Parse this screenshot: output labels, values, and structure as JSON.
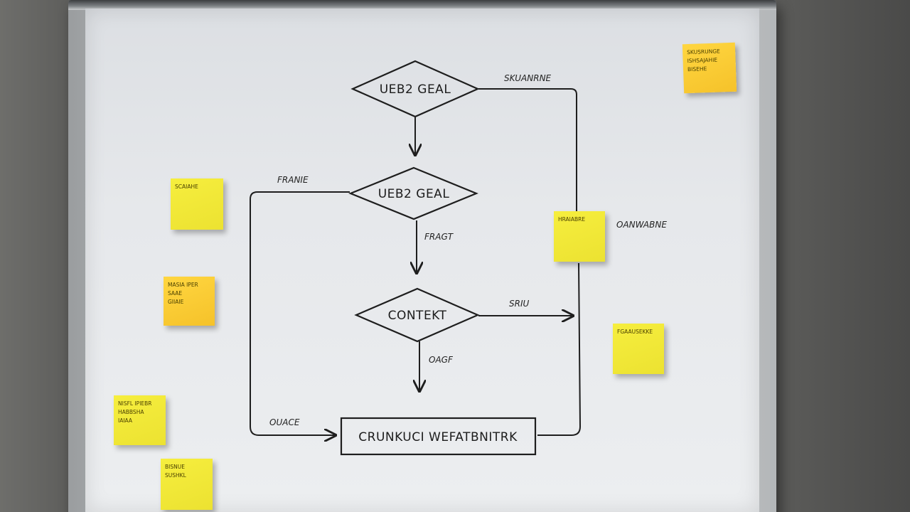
{
  "diagram": {
    "nodes": [
      {
        "id": "goal1",
        "shape": "diamond",
        "label": "UEB2 GEAL"
      },
      {
        "id": "goal2",
        "shape": "diamond",
        "label": "UEB2 GEAL"
      },
      {
        "id": "context",
        "shape": "diamond",
        "label": "CONTEKT"
      },
      {
        "id": "output",
        "shape": "rectangle",
        "label": "CRUNKUCI WEFATBNITRK"
      }
    ],
    "edges": [
      {
        "from": "goal1",
        "to": "goal2",
        "label": ""
      },
      {
        "from": "goal2",
        "to": "context",
        "label": "FRAGT"
      },
      {
        "from": "context",
        "to": "output",
        "label": "OAGF"
      },
      {
        "from": "goal1",
        "to": "output",
        "label": "SKUANRNE"
      },
      {
        "from": "goal2",
        "to": "output",
        "label": "FRANIE"
      },
      {
        "from": "context",
        "to": "right-loop",
        "label": "SRIU"
      },
      {
        "from": "left-loop",
        "to": "output",
        "label": "OUACE"
      }
    ],
    "side_labels": [
      {
        "text": "OANWABNE"
      }
    ]
  },
  "sticky_notes": [
    {
      "id": "note-top-right",
      "color": "#f5c82a",
      "lines": [
        "SKUSRUNGE",
        "ISHSAJAHIE",
        "BISEHE"
      ]
    },
    {
      "id": "note-left-1",
      "color": "#f2ea38",
      "lines": [
        "SCAIAHE"
      ]
    },
    {
      "id": "note-left-2",
      "color": "#f8c934",
      "lines": [
        "MASIA IPER",
        "SAAE",
        "GIIAIE"
      ]
    },
    {
      "id": "note-left-3",
      "color": "#f5e234",
      "lines": [
        "NISFL IPIEBR",
        "HABBSHA",
        "IAIAA"
      ]
    },
    {
      "id": "note-left-4",
      "color": "#f5e234",
      "lines": [
        "BISNUE",
        "SUSHKL"
      ]
    },
    {
      "id": "note-right-1",
      "color": "#eee637",
      "lines": [
        "HRAIABRE"
      ]
    },
    {
      "id": "note-right-2",
      "color": "#f2ea2f",
      "lines": [
        "FGAAUSEKKE"
      ]
    }
  ]
}
